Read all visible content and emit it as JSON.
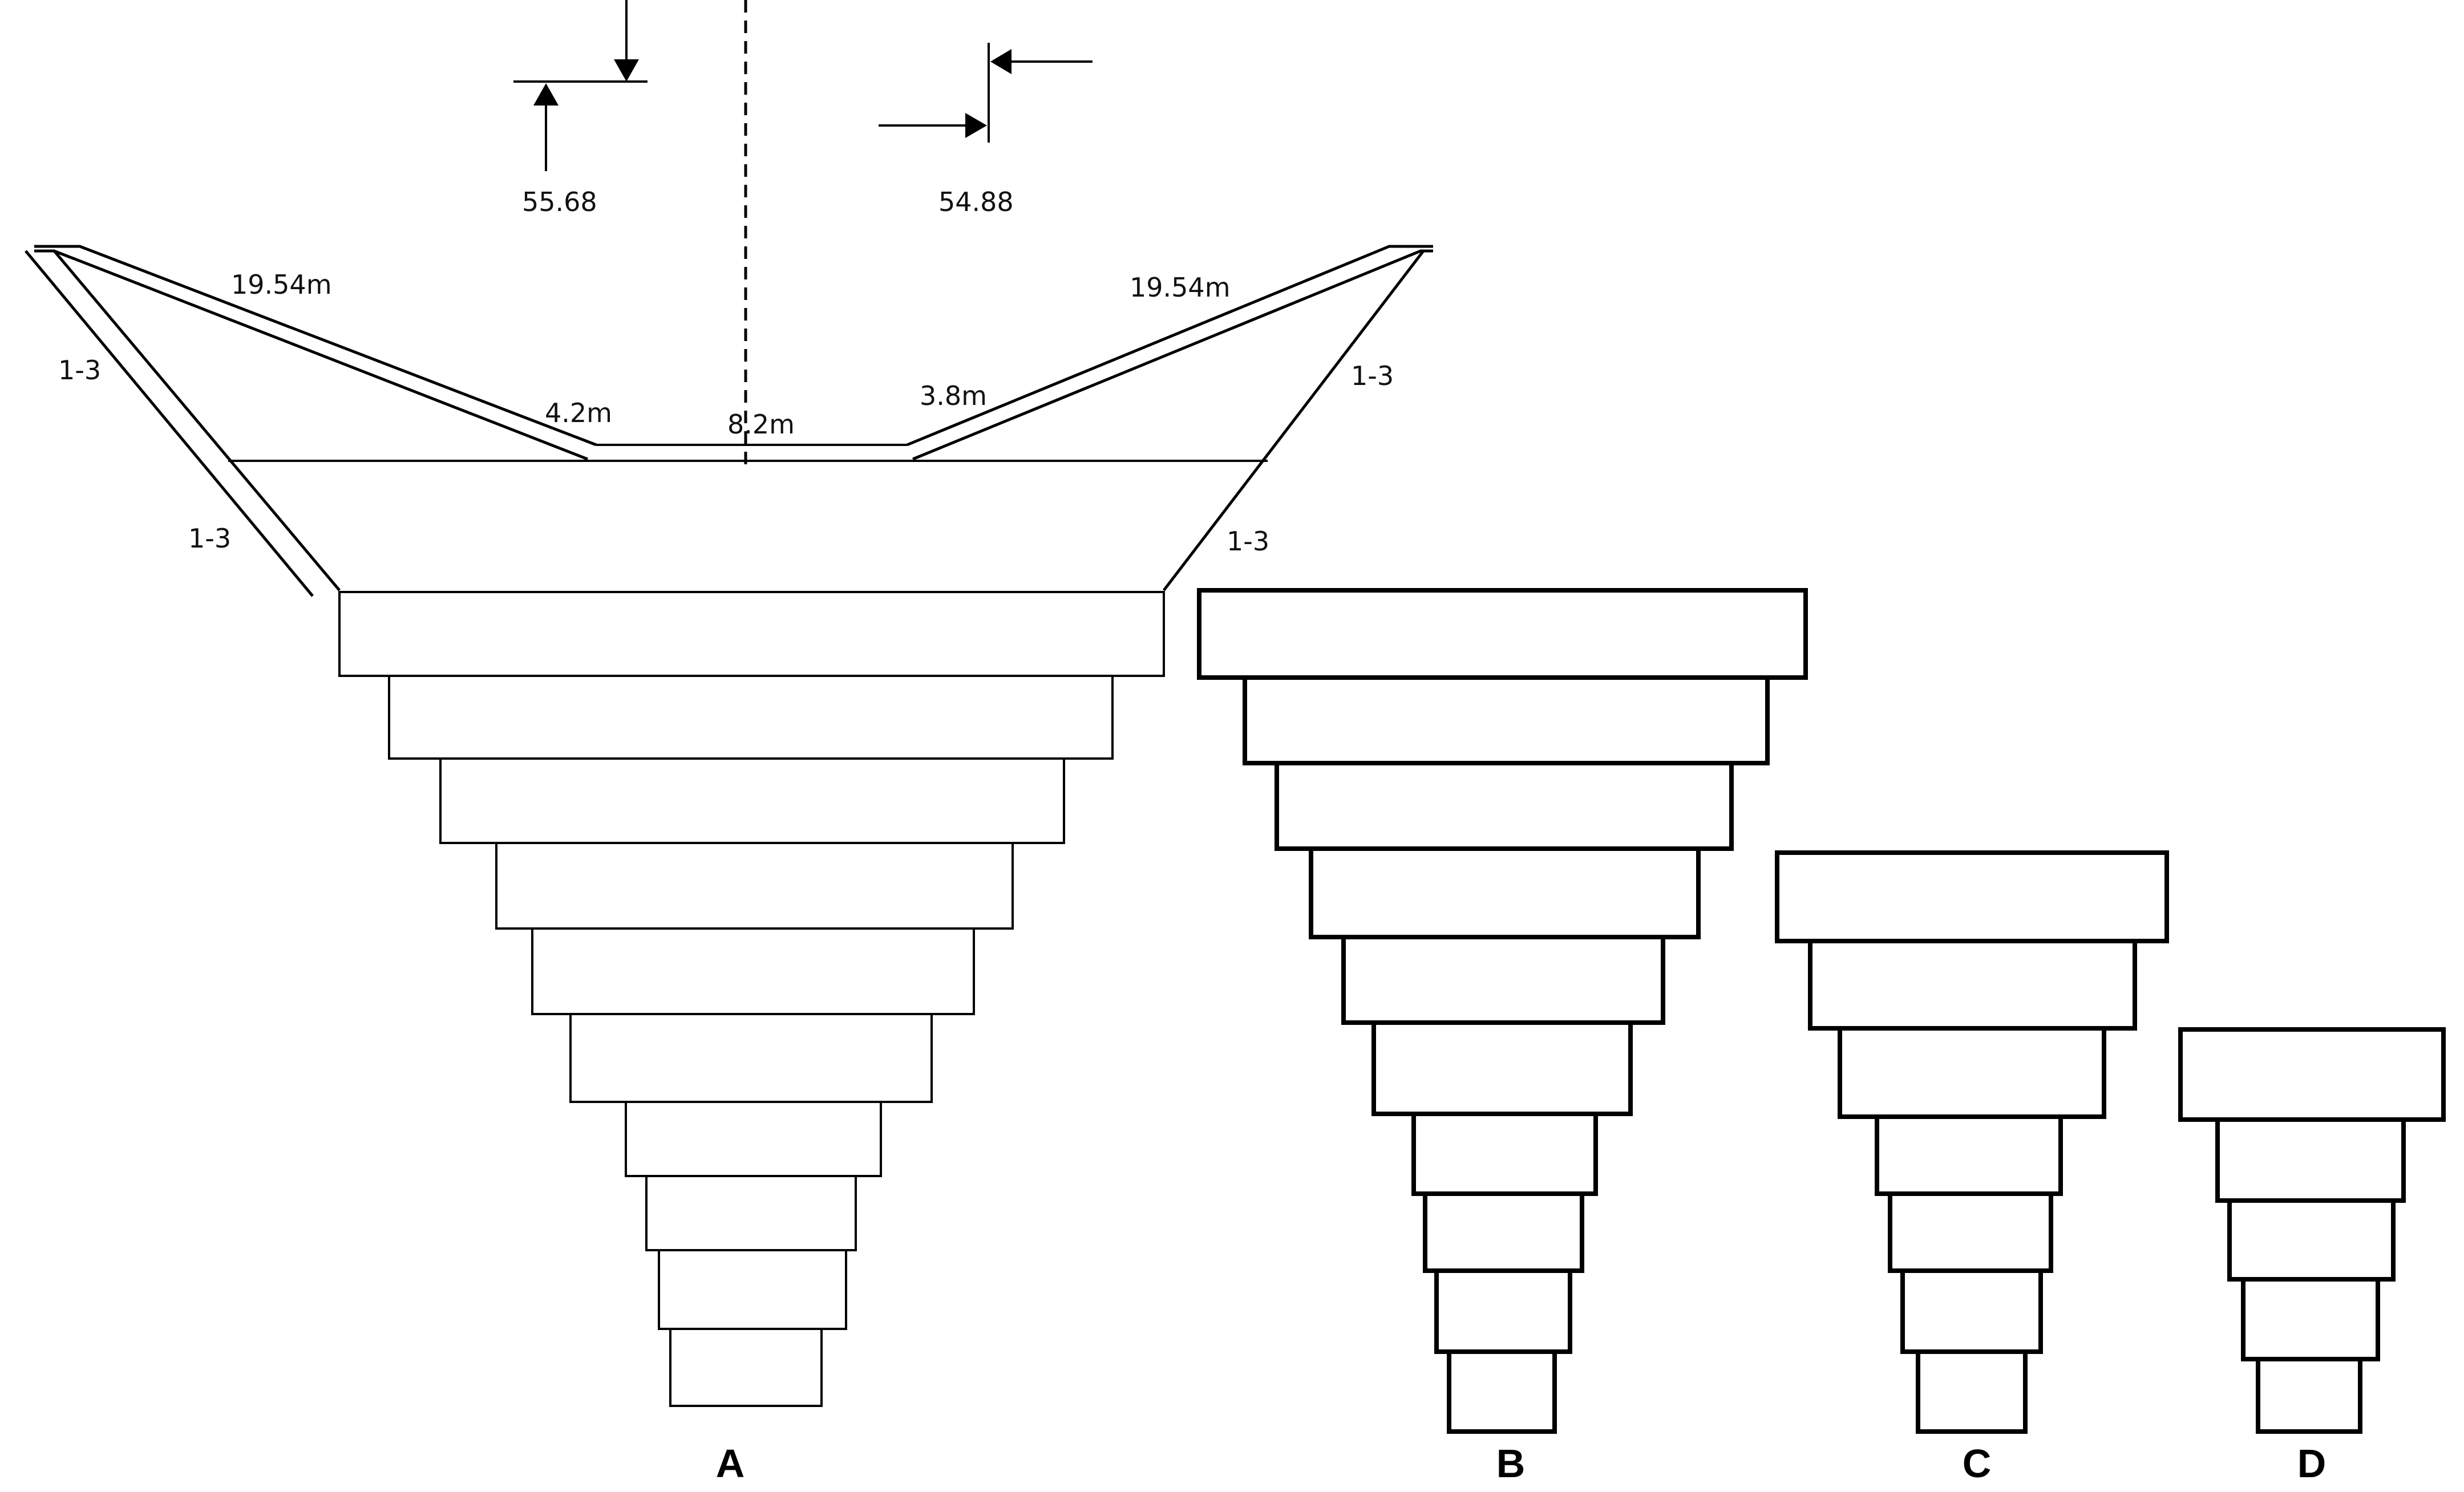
{
  "figure": {
    "panels": [
      {
        "id": "A",
        "label": "A"
      },
      {
        "id": "B",
        "label": "B"
      },
      {
        "id": "C",
        "label": "C"
      },
      {
        "id": "D",
        "label": "D"
      }
    ],
    "dimensions": {
      "elevation_left": "55.68",
      "elevation_right": "54.88",
      "slope_length_left": "19.54m",
      "slope_length_right": "19.54m",
      "slope_upper_left": "1-3",
      "slope_upper_right": "1-3",
      "slope_lower_left": "1-3",
      "slope_lower_right": "1-3",
      "berm_left": "4.2m",
      "crest_width": "8.2m",
      "berm_right": "3.8m"
    },
    "colors": {
      "line": "#000000",
      "background": "#ffffff"
    }
  }
}
